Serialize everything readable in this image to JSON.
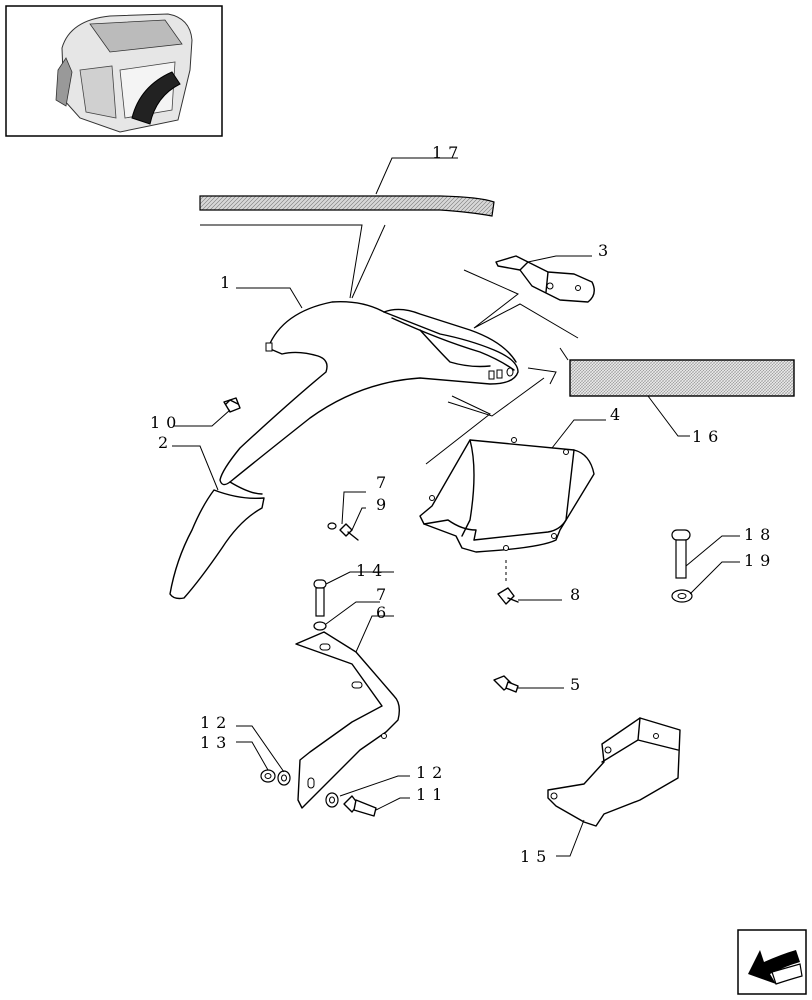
{
  "callouts": {
    "c1": "1",
    "c2": "2",
    "c3": "3",
    "c4": "4",
    "c5": "5",
    "c6": "6",
    "c7a": "7",
    "c9": "9",
    "c7b": "7",
    "c8": "8",
    "c10": "10",
    "c11": "11",
    "c12a": "12",
    "c13": "13",
    "c12b": "12",
    "c14": "14",
    "c15": "15",
    "c16": "16",
    "c17": "17",
    "c18": "18",
    "c19": "19"
  }
}
